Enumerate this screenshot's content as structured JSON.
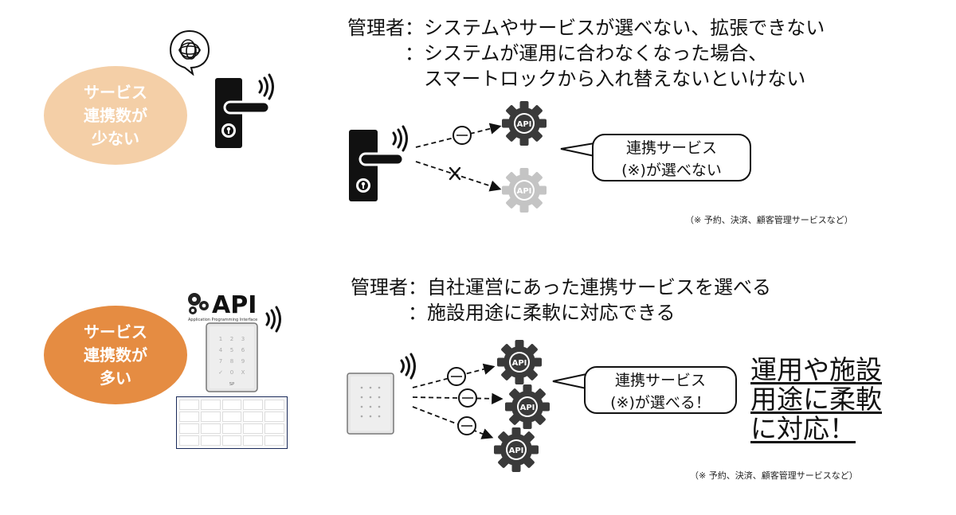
{
  "section_top": {
    "label_lines": [
      "サービス",
      "連携数が",
      "少ない"
    ],
    "heading_lines": [
      "管理者：システムやサービスが選べない、拡張できない",
      "　　　：システムが運用に合わなくなった場合、",
      "　　　　スマートロックから入れ替えないといけない"
    ],
    "bubble_lines": [
      "連携サービス",
      "(※)が選べない"
    ],
    "note": "（※ 予約、決済、顧客管理サービスなど）",
    "api_label": "API"
  },
  "section_bottom": {
    "label_lines": [
      "サービス",
      "連携数が",
      "多い"
    ],
    "heading_lines": [
      "管理者：自社運営にあった連携サービスを選べる",
      "　　　：施設用途に柔軟に対応できる"
    ],
    "bubble_lines": [
      "連携サービス",
      "(※)が選べる！"
    ],
    "big_lines": [
      "運用や施設",
      "用途に柔軟",
      "に対応！"
    ],
    "note": "（※ 予約、決済、顧客管理サービスなど）",
    "api_label": "API",
    "api_logo_text": "API",
    "api_logo_sub": "Application Programming Interface",
    "keypad_keys": [
      "1",
      "2",
      "3",
      "4",
      "5",
      "6",
      "7",
      "8",
      "9",
      "✓",
      "0",
      "X"
    ],
    "keypad_brand": "SP"
  },
  "colors": {
    "blob_light": "#f4cfa7",
    "blob_dark": "#e58c42",
    "gear_active": "#3a3a3a",
    "gear_inactive": "#c4c4c4"
  }
}
